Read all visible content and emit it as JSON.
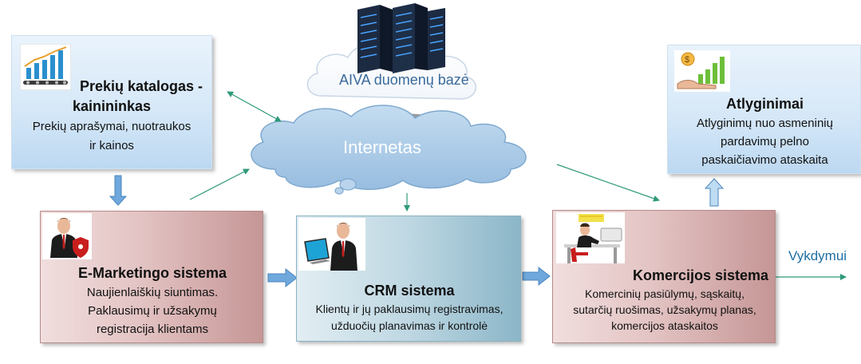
{
  "database": {
    "label": "AIVA duomenų bazė"
  },
  "internet": {
    "label": "Internetas"
  },
  "nodes": {
    "katalogas": {
      "title_line1": "Prekių katalogas -",
      "title_line2": "kainininkas",
      "desc_line1": "Prekių aprašymai, nuotraukos",
      "desc_line2": "ir kainos"
    },
    "emarketing": {
      "title": "E-Marketingo sistema",
      "desc_line1": "Naujienlaiškių  siuntimas.",
      "desc_line2": "Paklausimų ir užsakymų",
      "desc_line3": "registracija klientams"
    },
    "crm": {
      "title": "CRM sistema",
      "desc_line1": "Klientų ir jų paklausimų registravimas,",
      "desc_line2": "užduočių planavimas ir kontrolė"
    },
    "komercijos": {
      "title": "Komercijos sistema",
      "desc_line1": "Komercinių pasiūlymų, sąskaitų,",
      "desc_line2": "sutarčių  ruošimas, užsakymų planas,",
      "desc_line3": "komercijos ataskaitos"
    },
    "atlyginimai": {
      "title": "Atlyginimai",
      "desc_line1": "Atlyginimų nuo asmeninių",
      "desc_line2": "pardavimų pelno",
      "desc_line3": "paskaičiavimo ataskaita"
    }
  },
  "output_label": "Vykdymui",
  "colors": {
    "arrow": "#2e9a7a",
    "block_arrow": "#6fa8dc",
    "cloud": "#a9cbe8",
    "cloud_stroke": "#7fa9cf"
  }
}
